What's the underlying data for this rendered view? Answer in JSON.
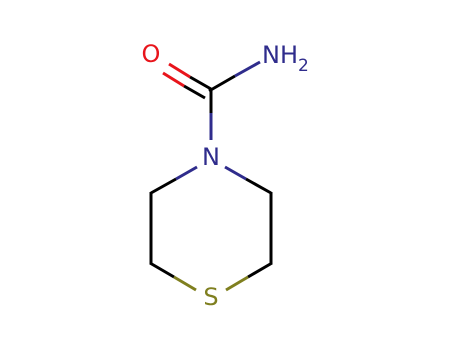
{
  "molecule": {
    "atoms": {
      "oxygen": "O",
      "amine": "NH",
      "amine_subscript": "2",
      "ring_nitrogen": "N",
      "sulfur": "S"
    },
    "colors": {
      "bond": "#000000",
      "oxygen": "#e8141b",
      "nitrogen": "#2f2c8c",
      "sulfur": "#7f7f1f"
    }
  }
}
